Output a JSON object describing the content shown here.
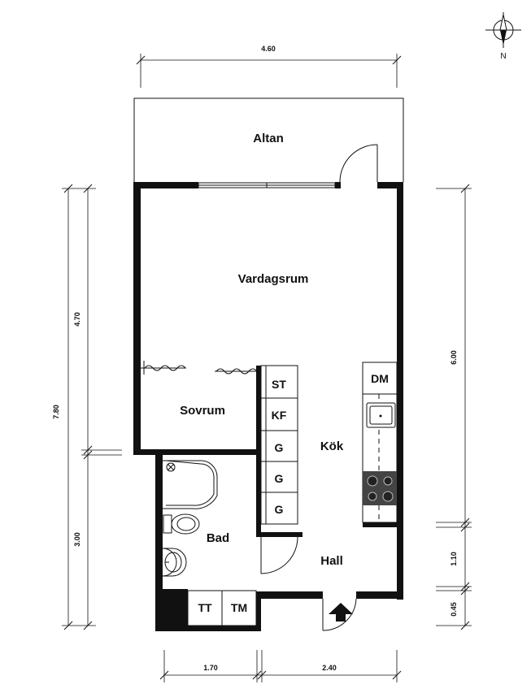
{
  "rooms": {
    "altan": "Altan",
    "vardagsrum": "Vardagsrum",
    "sovrum": "Sovrum",
    "kok": "Kök",
    "bad": "Bad",
    "hall": "Hall"
  },
  "fixtures": {
    "st": "ST",
    "kf": "KF",
    "g1": "G",
    "g2": "G",
    "g3": "G",
    "dm": "DM",
    "tt": "TT",
    "tm": "TM"
  },
  "dimensions": {
    "top": "4.60",
    "left_total": "7.80",
    "left_upper": "4.70",
    "left_lower": "3.00",
    "right_upper": "6.00",
    "right_mid": "1.10",
    "right_lower": "0.45",
    "bottom_left": "1.70",
    "bottom_right": "2.40"
  },
  "compass": {
    "label": "N"
  }
}
